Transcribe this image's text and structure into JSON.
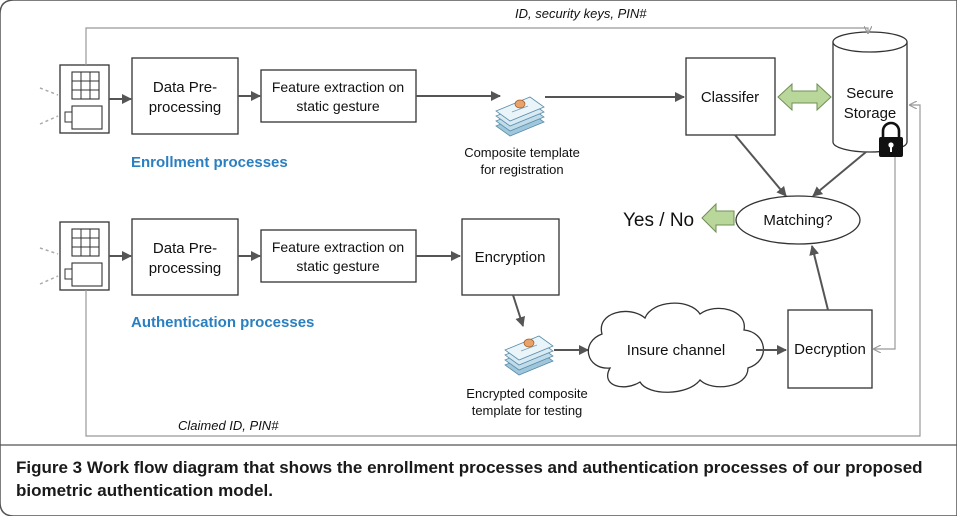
{
  "diagram": {
    "enrollment": {
      "process_title": "Enrollment processes",
      "preprocess": [
        "Data Pre-",
        "processing"
      ],
      "feature": [
        "Feature extraction on",
        "static gesture"
      ],
      "template": [
        "Composite template",
        "for registration"
      ],
      "classifier": "Classifer",
      "storage": [
        "Secure",
        "Storage"
      ],
      "top_label": "ID, security keys, PIN#"
    },
    "authentication": {
      "process_title": "Authentication processes",
      "preprocess": [
        "Data Pre-",
        "processing"
      ],
      "feature": [
        "Feature extraction on",
        "static gesture"
      ],
      "encryption": "Encryption",
      "template": [
        "Encrypted composite",
        "template for testing"
      ],
      "channel": "Insure channel",
      "decryption": "Decryption",
      "bottom_label": "Claimed ID, PIN#"
    },
    "matching": "Matching?",
    "result": "Yes / No"
  },
  "caption": {
    "label": "Figure 3",
    "text": "Work flow diagram that shows the enrollment processes and authentication processes of our proposed biometric authentication model."
  },
  "colors": {
    "process_title": "#2a7fc1",
    "green_arrow": "#b9d79a",
    "border": "#444444"
  }
}
